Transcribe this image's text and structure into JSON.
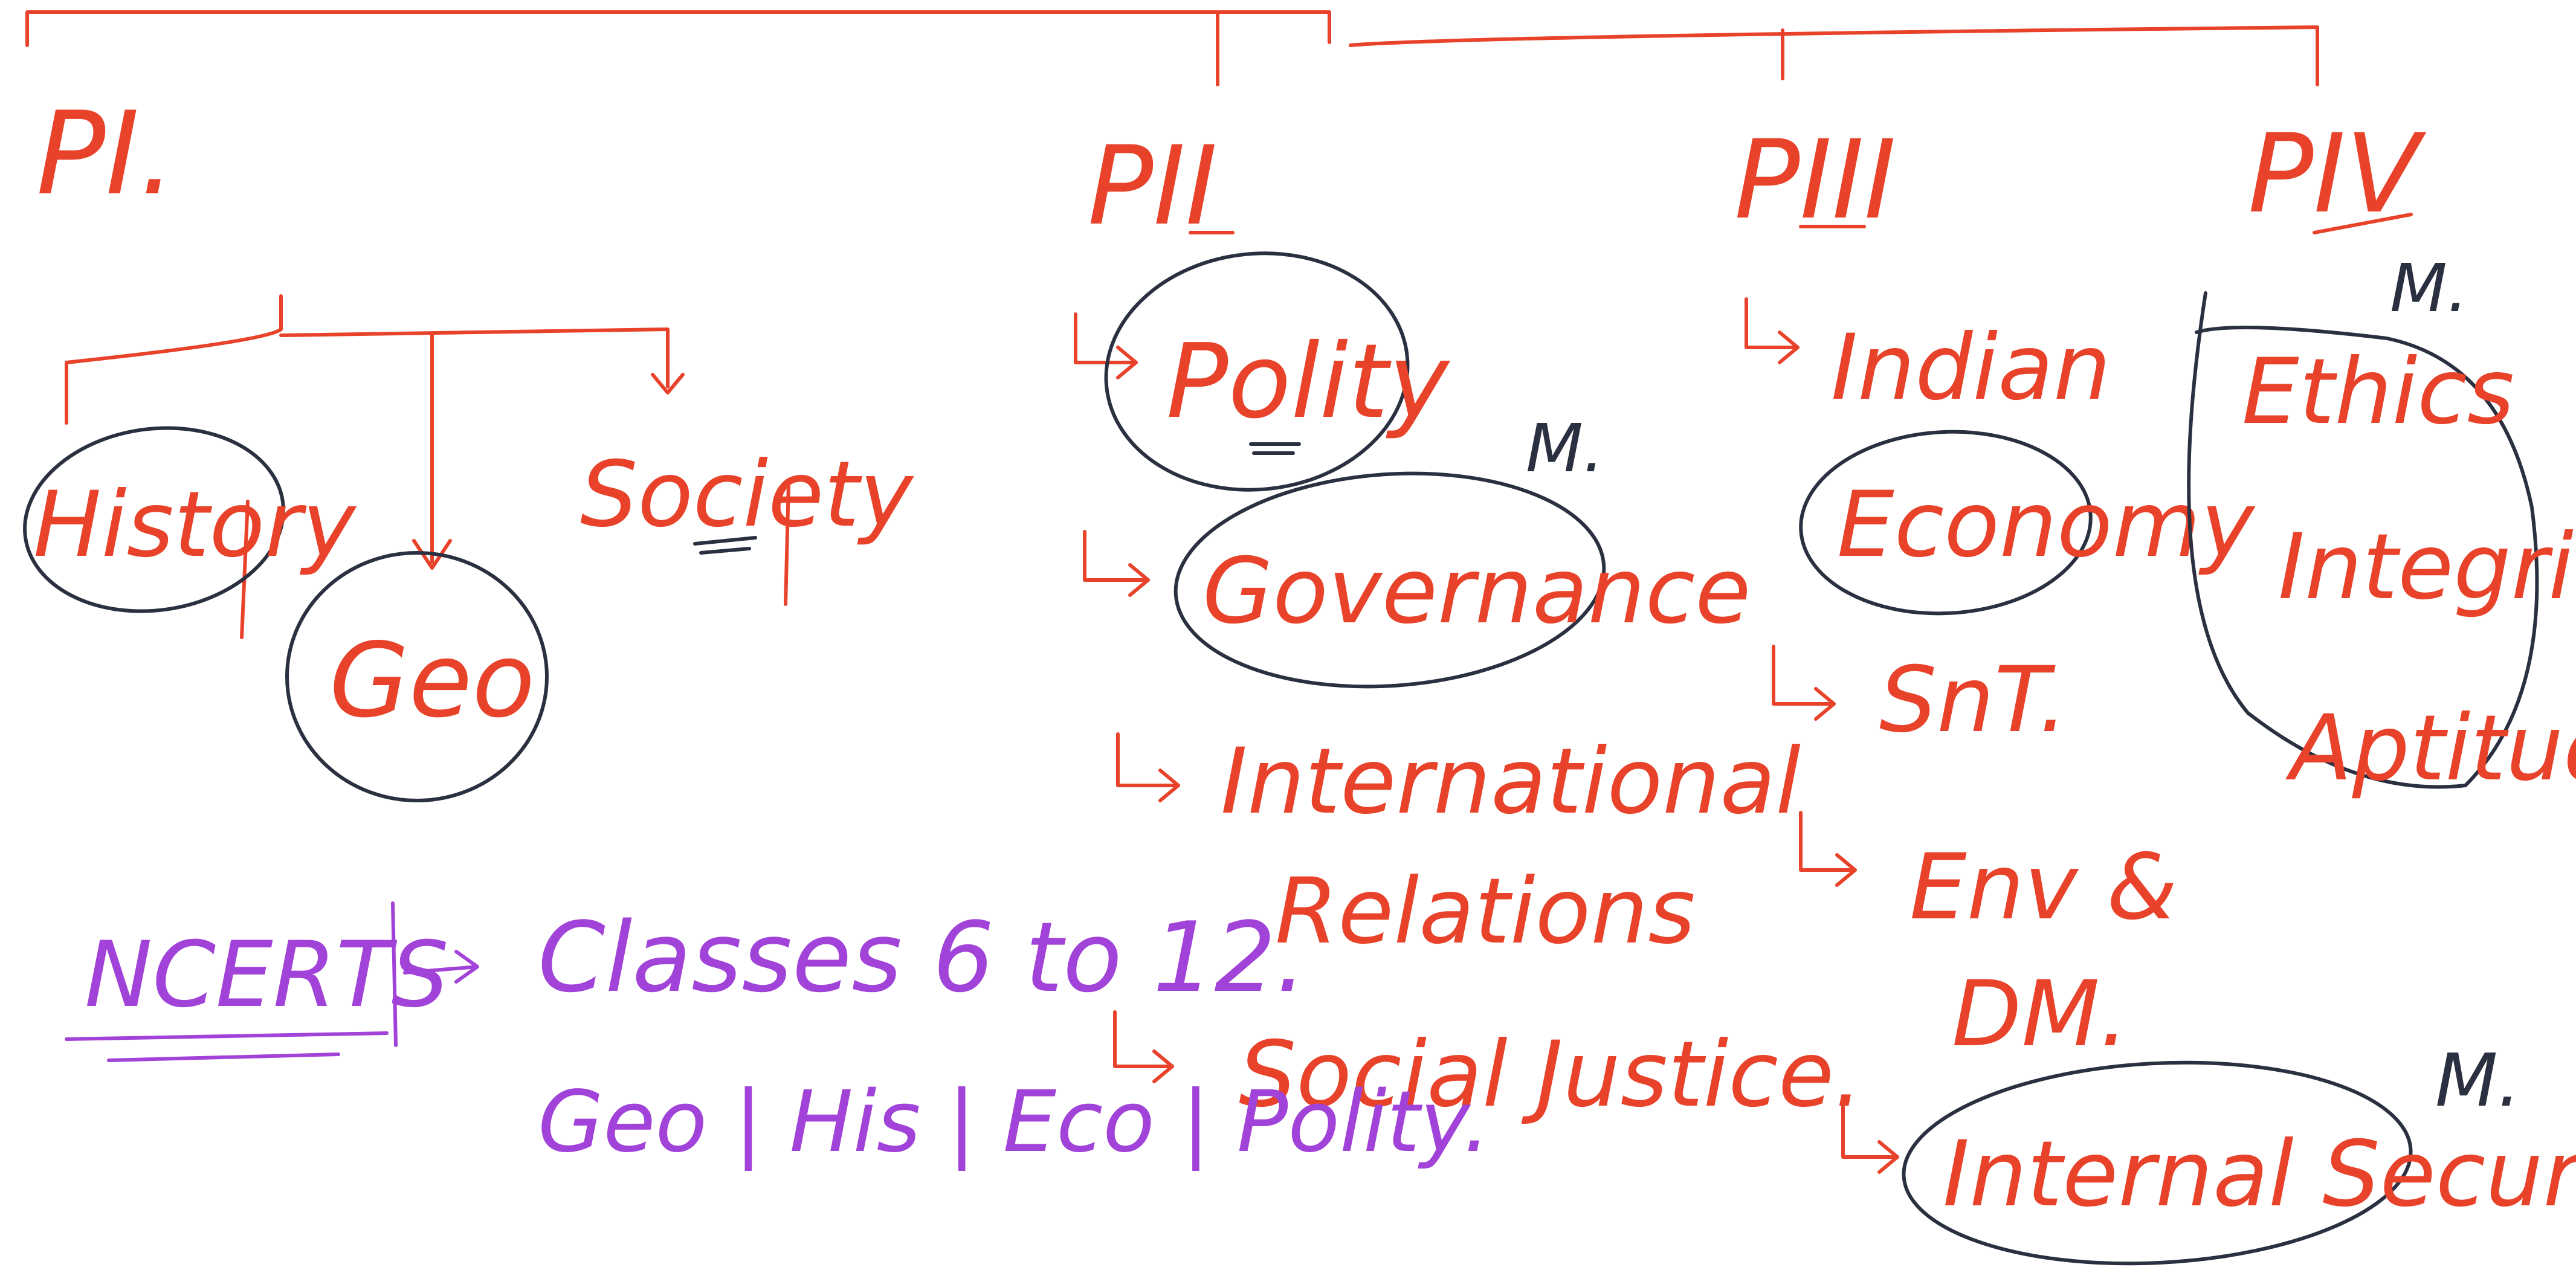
{
  "colors": {
    "red_ink": "#e8422a",
    "purple_ink": "#a142d8",
    "dark_ink": "#2a3040",
    "background": "#ffffff"
  },
  "papers": {
    "p1": {
      "label": "PI.",
      "children": [
        "History",
        "Geo",
        "Society"
      ]
    },
    "p2": {
      "label": "PII",
      "children": [
        "Polity",
        "Governance",
        "International",
        "Relations",
        "Social Justice."
      ]
    },
    "p3": {
      "label": "PIII",
      "children": [
        "Indian",
        "Economy",
        "SnT.",
        "Env &",
        "DM.",
        "Internal Security"
      ]
    },
    "p4": {
      "label": "PIV",
      "children": [
        "Ethics",
        "Integrity",
        "Aptitude"
      ]
    }
  },
  "marks": {
    "m_governance": "M.",
    "m_ethics": "M.",
    "m_security": "M."
  },
  "ncerts": {
    "label": "NCERTS",
    "classes": "Classes 6 to 12.",
    "subjects": "Geo | His | Eco | Polity."
  }
}
